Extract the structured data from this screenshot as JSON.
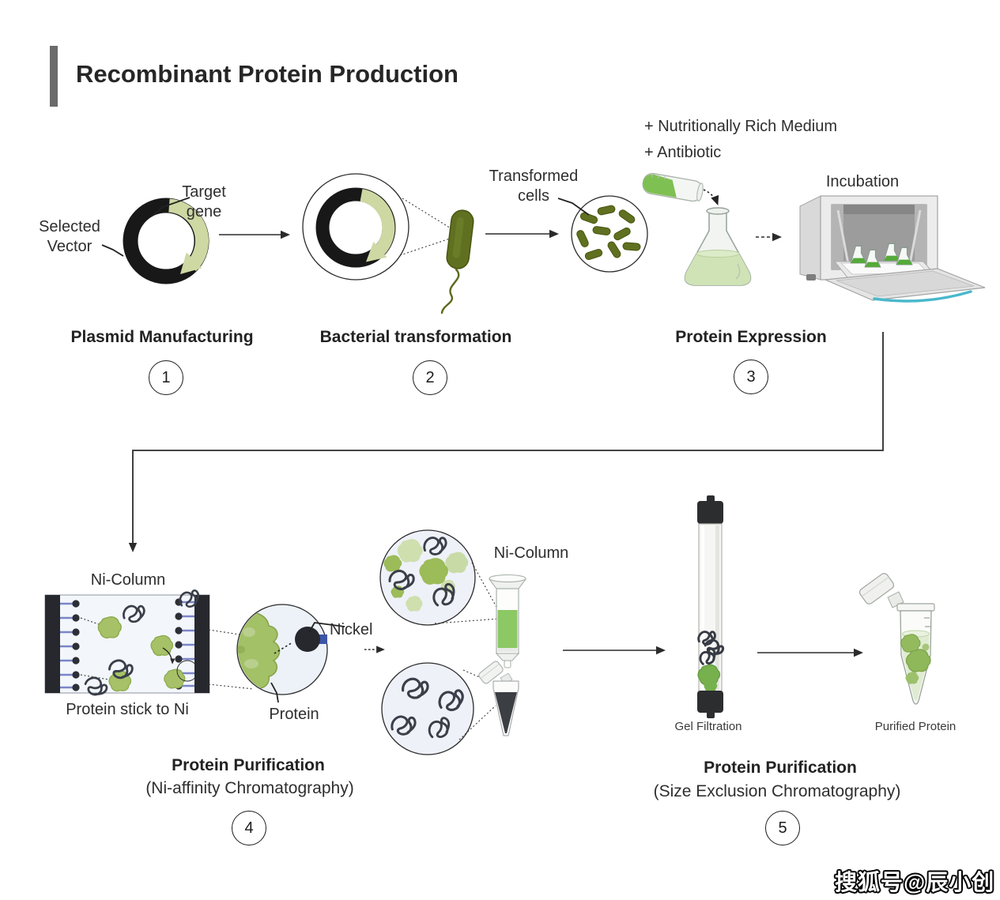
{
  "title": "Recombinant Protein Production",
  "watermark": "搜狐号@辰小创",
  "colors": {
    "accent_green": "#8cc863",
    "pale_green_arc": "#cdd8a3",
    "olive_bacteria": "#5f7020",
    "protein_blob_green": "#a6c167",
    "squiggle_dark": "#3a3f49",
    "nickel_black": "#26282d",
    "stem_blue": "#7b85c8",
    "cyan_accent": "#49b8cc",
    "text_dark": "#2e2e2e"
  },
  "step1": {
    "title": "Plasmid Manufacturing",
    "number": "1",
    "selected_vector_label": "Selected\nVector",
    "target_gene_label": "Target\ngene"
  },
  "step2": {
    "title": "Bacterial transformation",
    "number": "2"
  },
  "step3": {
    "title": "Protein Expression",
    "number": "3",
    "transformed_cells_label": "Transformed\ncells",
    "additives_line1": "+ Nutritionally Rich Medium",
    "additives_line2": "+ Antibiotic",
    "incubation_label": "Incubation"
  },
  "step4": {
    "title": "Protein Purification",
    "subtitle": "(Ni-affinity Chromatography)",
    "number": "4",
    "ni_column_label": "Ni-Column",
    "protein_stick_label": "Protein stick to Ni",
    "nickel_label": "Nickel",
    "protein_label": "Protein",
    "ni_column_tube_label": "Ni-Column"
  },
  "step5": {
    "title": "Protein Purification",
    "subtitle": "(Size Exclusion Chromatography)",
    "number": "5",
    "gel_filtration_label": "Gel Filtration",
    "purified_protein_label": "Purified Protein"
  }
}
